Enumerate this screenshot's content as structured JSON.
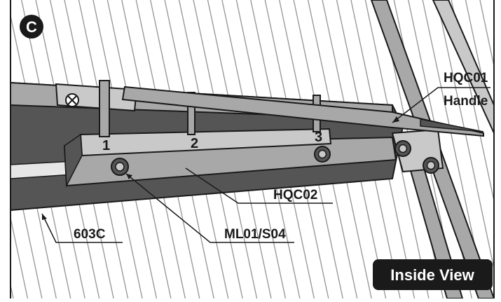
{
  "step": {
    "letter": "C"
  },
  "view_label": "Inside View",
  "hole_numbers": [
    "1",
    "2",
    "3"
  ],
  "callouts": {
    "handle_part": "HQC01",
    "handle_name": "Handle",
    "bracket_part": "HQC02",
    "hardware_part": "ML01/S04",
    "frame_part": "603C"
  },
  "colors": {
    "outline": "#1a1a1a",
    "frame_dark": "#555555",
    "frame_mid": "#a8a8a8",
    "frame_light": "#c9c9c9",
    "rail_light": "#e6e6e6",
    "badge_bg": "#1a1a1a",
    "badge_text": "#ffffff"
  },
  "icons": [
    "step-badge-icon",
    "bolt-icon",
    "screw-head-icon"
  ]
}
